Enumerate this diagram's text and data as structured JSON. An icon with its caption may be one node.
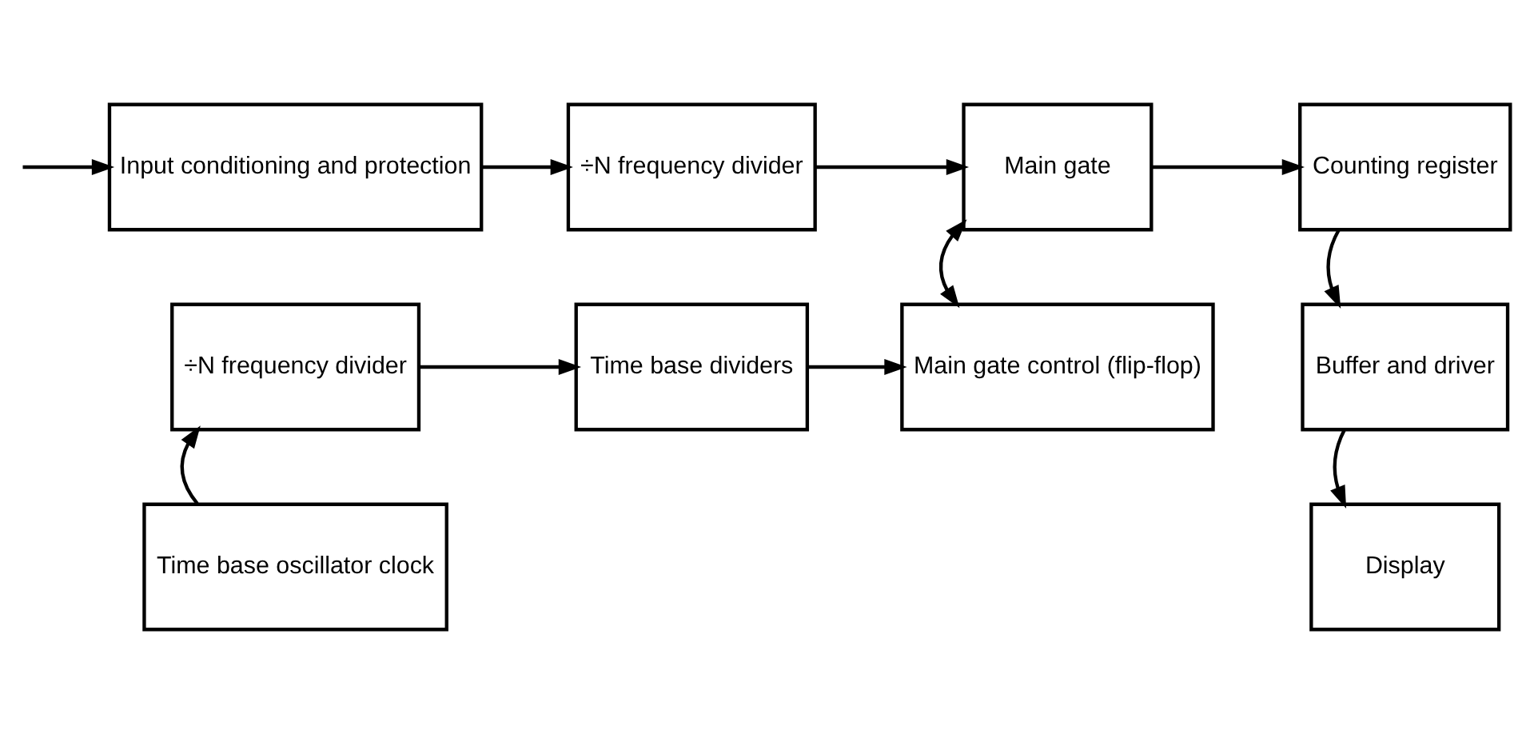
{
  "diagram": {
    "nodes": [
      {
        "text": [
          "Input conditioning and protection"
        ]
      },
      {
        "text": [
          "÷N frequency divider"
        ]
      },
      {
        "text": [
          "Main gate"
        ]
      },
      {
        "text": [
          "Counting register"
        ]
      },
      {
        "text": [
          "÷N frequency divider"
        ]
      },
      {
        "text": [
          "Time base dividers"
        ]
      },
      {
        "text": [
          "Main gate control (flip-flop)"
        ]
      },
      {
        "text": [
          "Buffer and driver"
        ]
      },
      {
        "text": [
          "Time base oscillator clock"
        ]
      },
      {
        "text": [
          "Display"
        ]
      }
    ],
    "edges": [
      {
        "from": null,
        "to": 0,
        "arrow": "to"
      },
      {
        "from": 0,
        "to": 1,
        "arrow": "to"
      },
      {
        "from": 1,
        "to": 2,
        "arrow": "to"
      },
      {
        "from": 2,
        "to": 3,
        "arrow": "to"
      },
      {
        "from": 6,
        "to": 2,
        "arrow": "both"
      },
      {
        "from": 3,
        "to": 7,
        "arrow": "to"
      },
      {
        "from": 7,
        "to": 9,
        "arrow": "to"
      },
      {
        "from": 8,
        "to": 4,
        "arrow": "to"
      },
      {
        "from": 4,
        "to": 5,
        "arrow": "to"
      },
      {
        "from": 5,
        "to": 6,
        "arrow": "to"
      }
    ]
  }
}
